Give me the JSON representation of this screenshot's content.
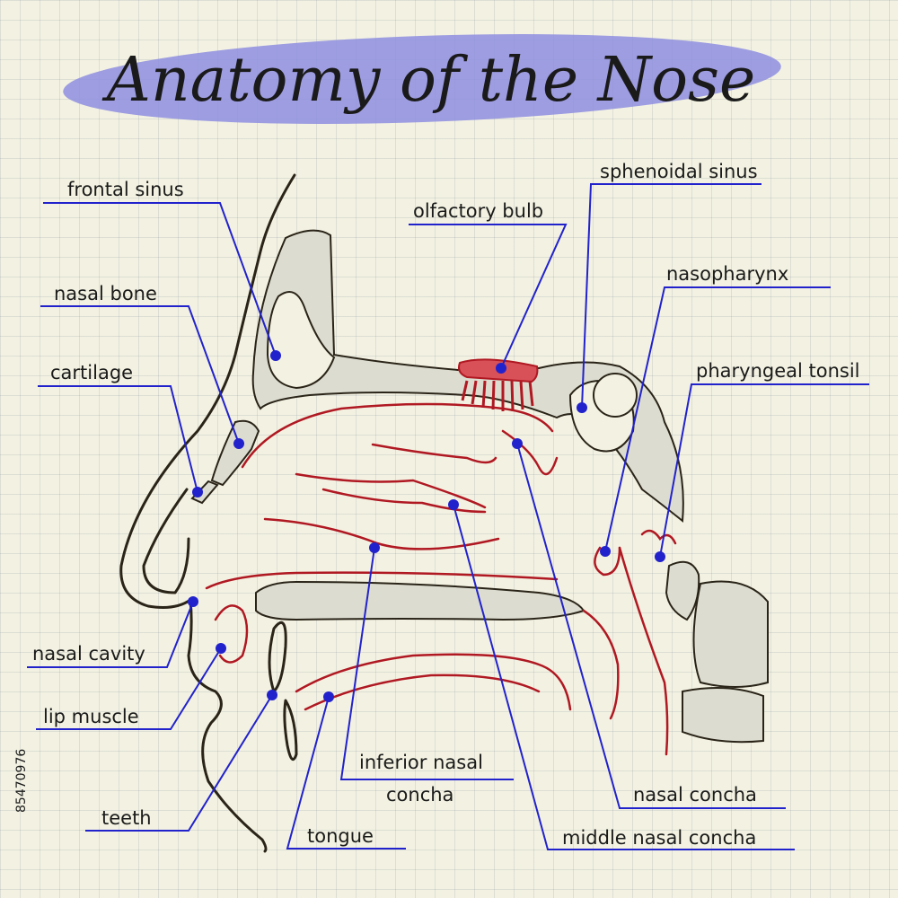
{
  "title": "Anatomy of the Nose",
  "side_code": "85470976",
  "colors": {
    "title_ellipse": "#8e8ee0",
    "leader_lines": "#2222cc",
    "outline": "#2a2418",
    "mucosa": "#b01822"
  },
  "labels": {
    "frontal_sinus": "frontal sinus",
    "nasal_bone": "nasal bone",
    "cartilage": "cartilage",
    "nasal_cavity": "nasal cavity",
    "lip_muscle": "lip muscle",
    "teeth": "teeth",
    "tongue": "tongue",
    "inferior_nasal_line1": "inferior nasal",
    "inferior_nasal_line2": "concha",
    "olfactory_bulb": "olfactory bulb",
    "sphenoidal_sinus": "sphenoidal sinus",
    "nasopharynx": "nasopharynx",
    "pharyngeal_tonsil": "pharyngeal tonsil",
    "nasal_concha": "nasal concha",
    "middle_nasal_concha": "middle nasal concha"
  }
}
